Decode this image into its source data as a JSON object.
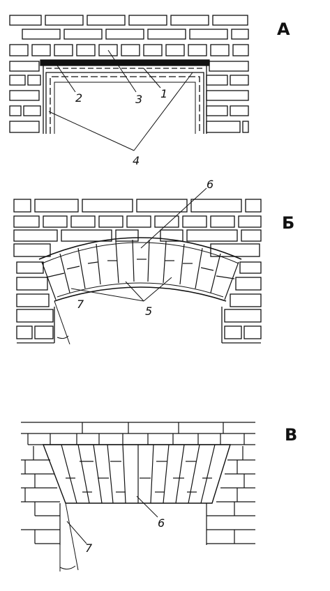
{
  "sections": [
    {
      "id": "a",
      "letter": "А"
    },
    {
      "id": "b",
      "letter": "Б"
    },
    {
      "id": "v",
      "letter": "В"
    }
  ],
  "callouts": {
    "a": [
      "2",
      "3",
      "1",
      "4"
    ],
    "b": [
      "6",
      "5",
      "7"
    ],
    "v": [
      "6",
      "7"
    ]
  },
  "colors": {
    "ink": "#111111",
    "background": "#ffffff"
  }
}
